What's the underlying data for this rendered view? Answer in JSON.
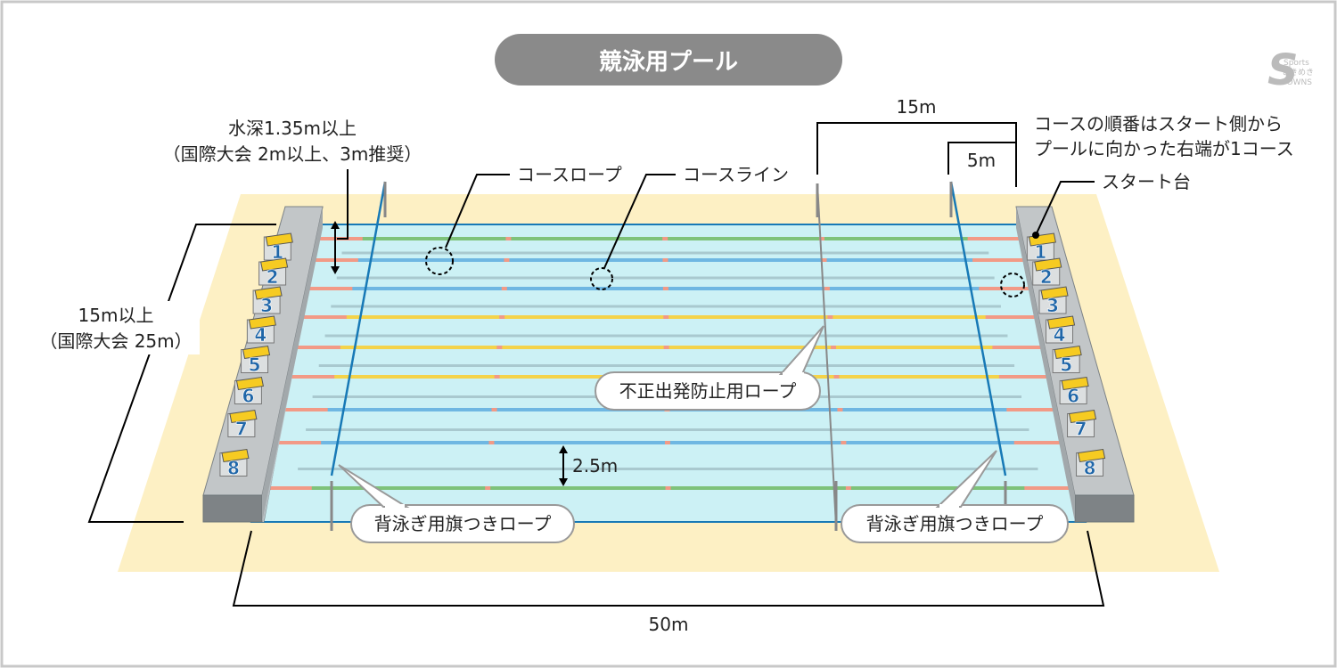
{
  "title": "競泳用プール",
  "labels": {
    "depth_line1": "水深1.35m以上",
    "depth_line2": "（国際大会 2m以上、3m推奨）",
    "width_line1": "15m以上",
    "width_line2": "（国際大会 25m）",
    "course_rope": "コースロープ",
    "course_line": "コースライン",
    "dim_15m": "15m",
    "dim_5m": "5m",
    "order_line1": "コースの順番はスタート側から",
    "order_line2": "プールに向かった右端が1コース",
    "start_block": "スタート台",
    "false_start_rope": "不正出発防止用ロープ",
    "lane_width": "2.5m",
    "backstroke_left": "背泳ぎ用旗つきロープ",
    "backstroke_right": "背泳ぎ用旗つきロープ",
    "length": "50m"
  },
  "lanes_left": [
    "1",
    "2",
    "3",
    "4",
    "5",
    "6",
    "7",
    "8"
  ],
  "lanes_right": [
    "1",
    "2",
    "3",
    "4",
    "5",
    "6",
    "7",
    "8"
  ],
  "logo": "S Sports Tokimeki Towns",
  "colors": {
    "deck": "#fdf0c4",
    "water": "#ccf1f5",
    "water_edge": "#1779b6",
    "wall": "#9ea3a6",
    "rope_green": "#7ec27a",
    "rope_blue": "#6fb7e2",
    "rope_yellow": "#f4d34a",
    "rope_end": "#f29a86",
    "block": "#f6cb22",
    "lane_num": "#1f66a8",
    "title_bg": "#8a8a8a"
  }
}
